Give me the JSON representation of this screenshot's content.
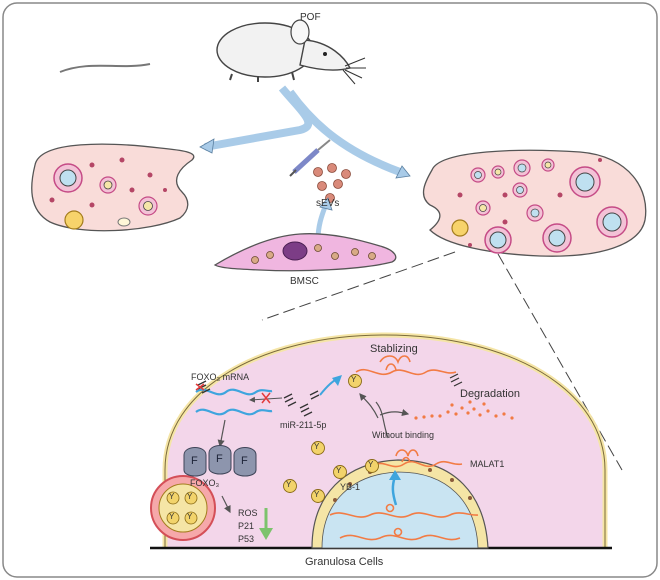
{
  "labels": {
    "pof": "POF",
    "sevs": "sEVs",
    "bmsc": "BMSC",
    "foxo3_mrna": "FOXO₃ mRNA",
    "foxo3": "FOXO₃",
    "stablizing": "Stablizing",
    "degradation": "Degradation",
    "mir": "miR-211-5p",
    "without_binding": "Without binding",
    "malat1": "MALAT1",
    "yb1": "YB-1",
    "ros": "ROS",
    "p21": "P21",
    "p53": "P53",
    "granulosa": "Granulosa Cells"
  },
  "glyphs": {
    "f": "F",
    "y": "Y"
  },
  "colors": {
    "ovary_fill": "#f9dcd9",
    "cell_fill": "#f3d6ea",
    "cell_border": "#f5e5a6",
    "arrow_blue": "#a9cbe8",
    "mrna_blue": "#3ea5de",
    "malat_orange": "#f27b44",
    "yb1_yellow": "#f2d36b",
    "foxo_gray": "#8d95ad",
    "down_green": "#7cc36c",
    "nucleus_blue": "#c9e4f2"
  }
}
